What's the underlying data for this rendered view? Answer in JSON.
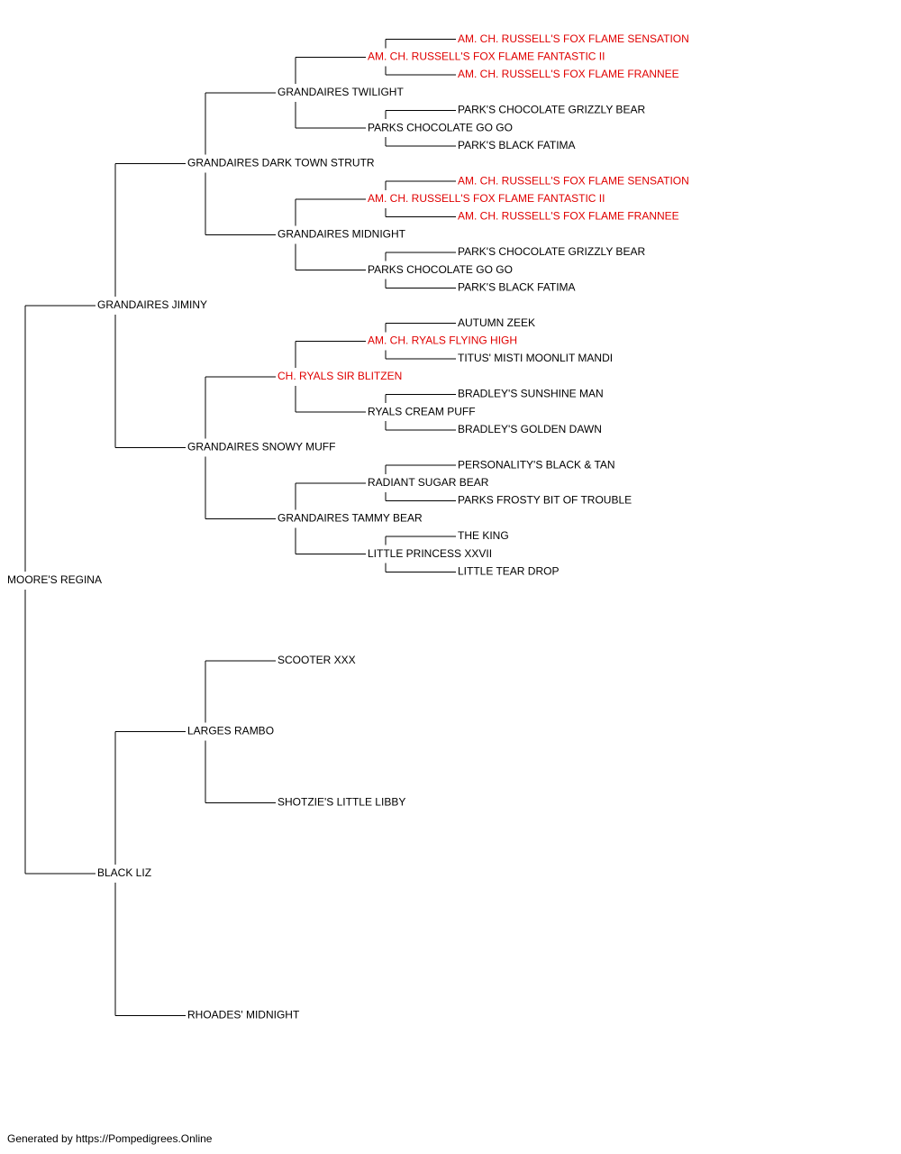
{
  "colors": {
    "normal": "#000000",
    "titled": "#e00000"
  },
  "pedigree": {
    "name": "MOORE'S REGINA",
    "sire": {
      "name": "GRANDAIRES JIMINY",
      "sire": {
        "name": "GRANDAIRES DARK TOWN STRUTR",
        "sire": {
          "name": "GRANDAIRES TWILIGHT",
          "sire": {
            "name": "AM. CH. RUSSELL'S FOX FLAME FANTASTIC II",
            "titled": true,
            "sire": {
              "name": "AM. CH. RUSSELL'S FOX FLAME SENSATION",
              "titled": true
            },
            "dam": {
              "name": "AM. CH. RUSSELL'S FOX FLAME FRANNEE",
              "titled": true
            }
          },
          "dam": {
            "name": "PARKS CHOCOLATE GO GO",
            "sire": {
              "name": "PARK'S CHOCOLATE GRIZZLY BEAR"
            },
            "dam": {
              "name": "PARK'S BLACK FATIMA"
            }
          }
        },
        "dam": {
          "name": "GRANDAIRES MIDNIGHT",
          "sire": {
            "name": "AM. CH. RUSSELL'S FOX FLAME FANTASTIC II",
            "titled": true,
            "sire": {
              "name": "AM. CH. RUSSELL'S FOX FLAME SENSATION",
              "titled": true
            },
            "dam": {
              "name": "AM. CH. RUSSELL'S FOX FLAME FRANNEE",
              "titled": true
            }
          },
          "dam": {
            "name": "PARKS CHOCOLATE GO GO",
            "sire": {
              "name": "PARK'S CHOCOLATE GRIZZLY BEAR"
            },
            "dam": {
              "name": "PARK'S BLACK FATIMA"
            }
          }
        }
      },
      "dam": {
        "name": "GRANDAIRES SNOWY MUFF",
        "sire": {
          "name": "CH. RYALS SIR BLITZEN",
          "titled": true,
          "sire": {
            "name": "AM. CH. RYALS FLYING HIGH",
            "titled": true,
            "sire": {
              "name": "AUTUMN ZEEK"
            },
            "dam": {
              "name": "TITUS' MISTI MOONLIT MANDI"
            }
          },
          "dam": {
            "name": "RYALS CREAM PUFF",
            "sire": {
              "name": "BRADLEY'S SUNSHINE MAN"
            },
            "dam": {
              "name": "BRADLEY'S GOLDEN DAWN"
            }
          }
        },
        "dam": {
          "name": "GRANDAIRES TAMMY BEAR",
          "sire": {
            "name": "RADIANT SUGAR BEAR",
            "sire": {
              "name": "PERSONALITY'S BLACK & TAN"
            },
            "dam": {
              "name": "PARKS FROSTY BIT OF TROUBLE"
            }
          },
          "dam": {
            "name": "LITTLE PRINCESS XXVII",
            "sire": {
              "name": "THE KING"
            },
            "dam": {
              "name": "LITTLE TEAR DROP"
            }
          }
        }
      }
    },
    "dam": {
      "name": "BLACK LIZ",
      "sire": {
        "name": "LARGES RAMBO",
        "sire": {
          "name": "SCOOTER XXX"
        },
        "dam": {
          "name": "SHOTZIE'S LITTLE LIBBY"
        }
      },
      "dam": {
        "name": "RHOADES' MIDNIGHT"
      }
    }
  },
  "footer": "Generated by https://Pompedigrees.Online"
}
